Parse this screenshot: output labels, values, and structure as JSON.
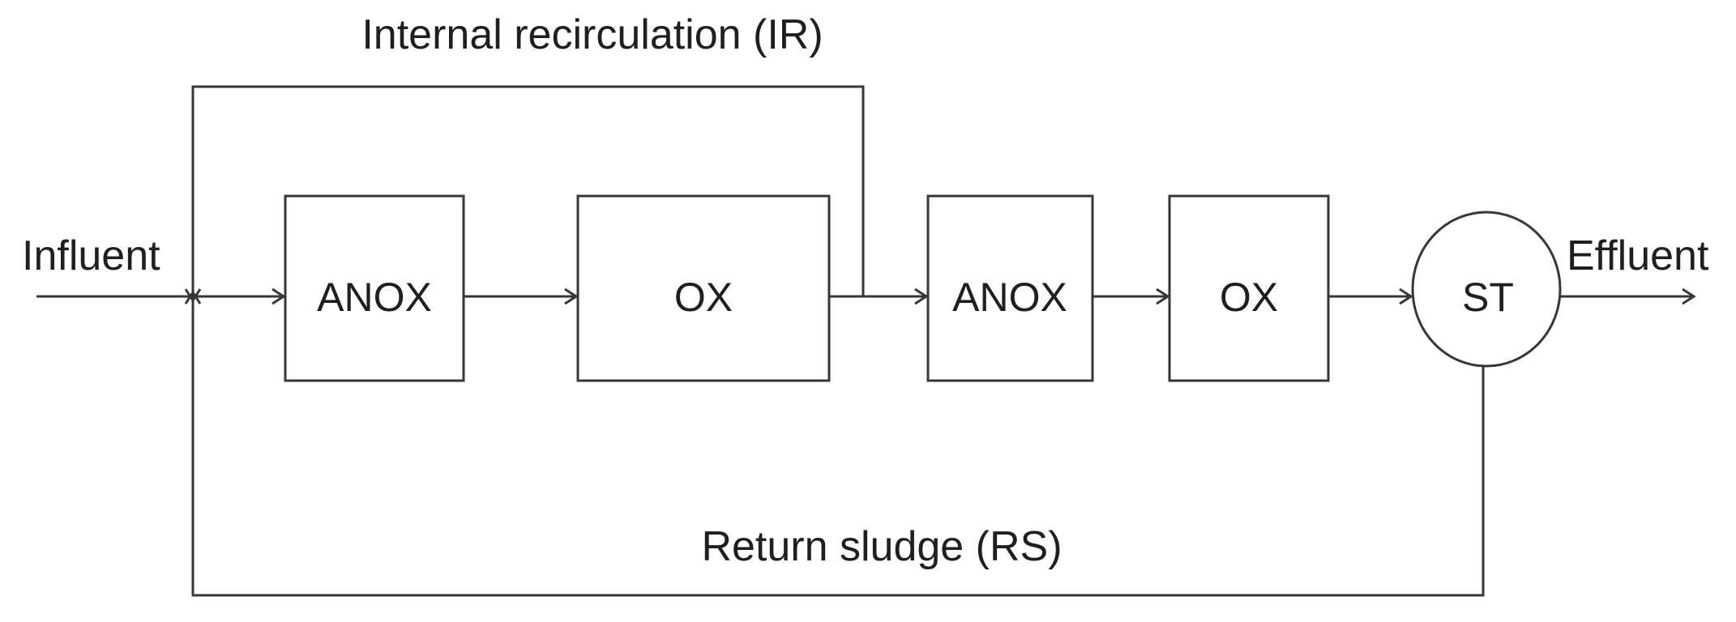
{
  "diagram": {
    "title": "Internal recirculation (IR)",
    "type": "process-flow-diagram",
    "labels": {
      "influent": "Influent",
      "effluent": "Effluent",
      "return_sludge": "Return sludge (RS)"
    },
    "nodes": [
      {
        "id": "anox-1",
        "label": "ANOX",
        "shape": "rectangle"
      },
      {
        "id": "ox-1",
        "label": "OX",
        "shape": "rectangle"
      },
      {
        "id": "anox-2",
        "label": "ANOX",
        "shape": "rectangle"
      },
      {
        "id": "ox-2",
        "label": "OX",
        "shape": "rectangle"
      },
      {
        "id": "settling-tank",
        "label": "ST",
        "shape": "circle"
      }
    ],
    "edges": [
      {
        "from": "influent",
        "to": "anox-1"
      },
      {
        "from": "anox-1",
        "to": "ox-1"
      },
      {
        "from": "ox-1",
        "to": "anox-2"
      },
      {
        "from": "anox-2",
        "to": "ox-2"
      },
      {
        "from": "ox-2",
        "to": "settling-tank"
      },
      {
        "from": "settling-tank",
        "to": "effluent"
      },
      {
        "from": "ox-1 outlet",
        "to": "influent junction",
        "name": "Internal recirculation (IR)"
      },
      {
        "from": "settling-tank bottom",
        "to": "influent junction",
        "name": "Return sludge (RS)"
      }
    ],
    "colors": {
      "line": "#373737",
      "text": "#1f1f1f",
      "background": "#ffffff"
    }
  }
}
